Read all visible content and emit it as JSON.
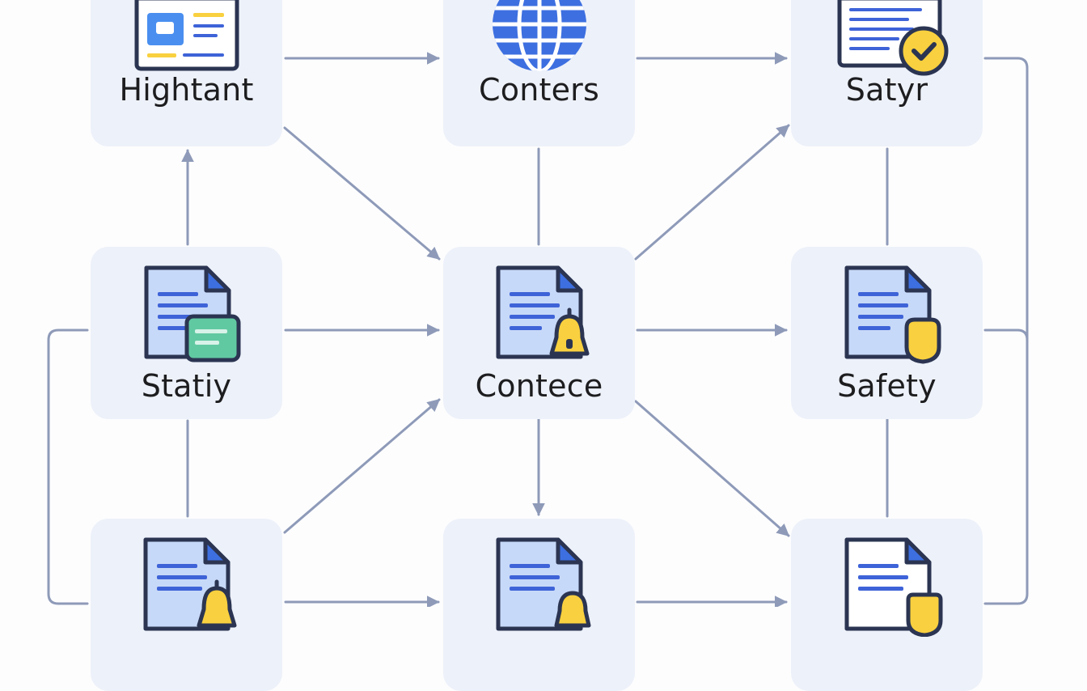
{
  "nodes": {
    "top_left": {
      "label": "Hightant",
      "icon": "browser-window-icon"
    },
    "top_mid": {
      "label": "Conters",
      "icon": "globe-icon"
    },
    "top_right": {
      "label": "Satyr",
      "icon": "browser-check-icon"
    },
    "mid_left": {
      "label": "Statiy",
      "icon": "document-chat-icon"
    },
    "mid_mid": {
      "label": "Contece",
      "icon": "document-bell-icon"
    },
    "mid_right": {
      "label": "Safety",
      "icon": "document-shield-icon"
    },
    "bot_left": {
      "label": "",
      "icon": "document-bell-icon"
    },
    "bot_mid": {
      "label": "",
      "icon": "document-bell-icon"
    },
    "bot_right": {
      "label": "",
      "icon": "document-shield-icon"
    }
  },
  "colors": {
    "node_bg": "#edf1f9",
    "connector": "#8e9ab8",
    "icon_outline": "#2b3552",
    "icon_fill": "#c7d9f8",
    "icon_lines": "#3e63d8",
    "accent_blue": "#3d6fe0",
    "accent_yellow": "#f9d03f",
    "accent_green": "#61c9a2",
    "label_text": "#1d1d1f"
  }
}
